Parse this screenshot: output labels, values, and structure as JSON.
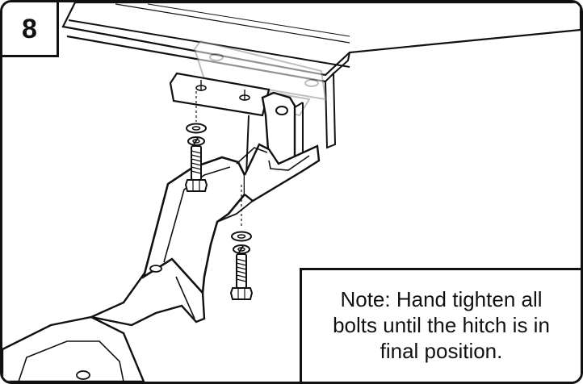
{
  "step": {
    "number": "8"
  },
  "note": {
    "line1": "Note: Hand tighten all",
    "line2": "bolts until the hitch is in",
    "line3": "final position."
  },
  "colors": {
    "ink": "#111111",
    "ghost_bracket": "#9a9a9a",
    "background": "#ffffff"
  },
  "icons": {
    "parts": [
      "frame-rail",
      "mounting-bracket",
      "hitch-arm",
      "hex-bolt",
      "flat-washer",
      "lock-washer"
    ]
  }
}
